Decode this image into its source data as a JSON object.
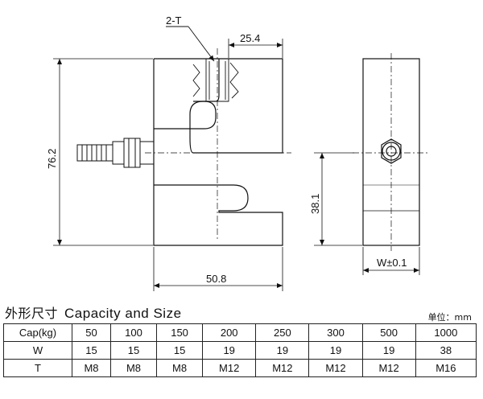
{
  "drawing": {
    "thread_label": "2-T",
    "dim_top_width": "25.4",
    "dim_height": "76.2",
    "dim_bottom_width": "50.8",
    "dim_side_height": "38.1",
    "dim_side_width": "W±0.1"
  },
  "section": {
    "title_cn": "外形尺寸",
    "title_en": "Capacity and Size",
    "unit": "单位：mm"
  },
  "table": {
    "rows": [
      {
        "label": "Cap(kg)",
        "values": [
          "50",
          "100",
          "150",
          "200",
          "250",
          "300",
          "500",
          "1000"
        ]
      },
      {
        "label": "W",
        "values": [
          "15",
          "15",
          "15",
          "19",
          "19",
          "19",
          "19",
          "38"
        ]
      },
      {
        "label": "T",
        "values": [
          "M8",
          "M8",
          "M8",
          "M12",
          "M12",
          "M12",
          "M12",
          "M16"
        ]
      }
    ]
  }
}
